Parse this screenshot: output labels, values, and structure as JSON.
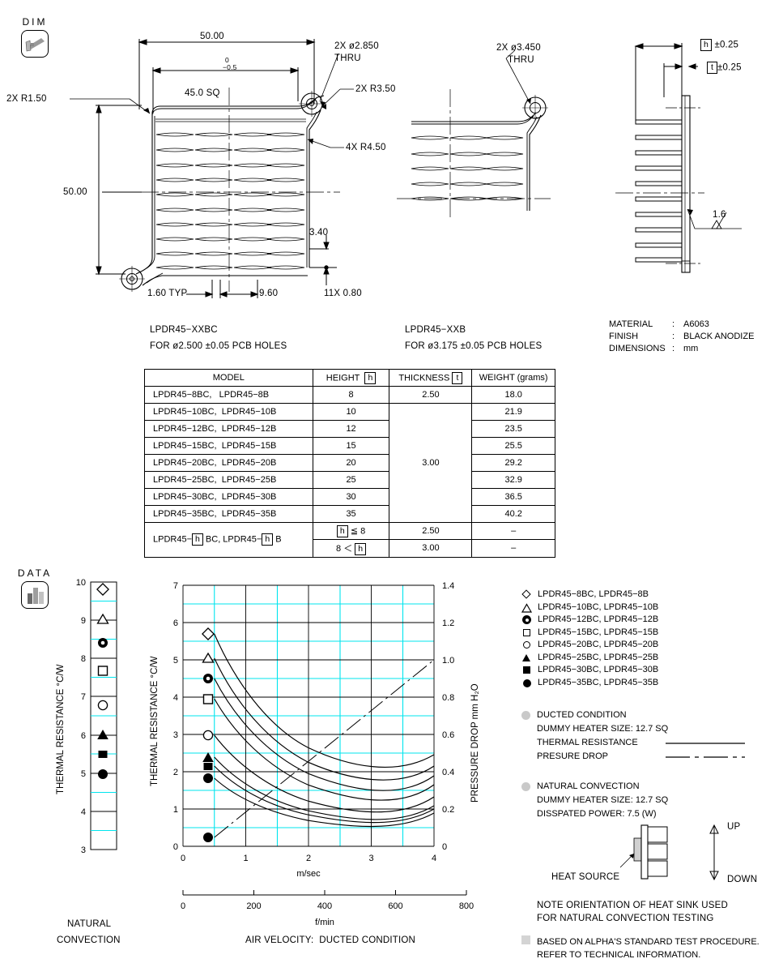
{
  "sections": {
    "dim": {
      "label": "DIM",
      "icon": "caliper-icon"
    },
    "data": {
      "label": "DATA",
      "icon": "bar-chart-icon"
    }
  },
  "drawing": {
    "dims": {
      "overall_width": "50.00",
      "square_nominal": "45.0 SQ",
      "tol_upper": "0",
      "tol_lower": "−0.5",
      "overall_height": "50.00",
      "hole_c": "2X ø2.850",
      "hole_c_thru": "THRU",
      "hole_b": "2X ø3.450",
      "hole_b_thru": "THRU",
      "r350": "2X R3.50",
      "r450": "4X R4.50",
      "r150": "2X R1.50",
      "fin_thk": "1.60 TYP",
      "fin_pitch": "9.60",
      "base_edge": "3.40",
      "fin_count": "11X 0.80",
      "h_tol": "±0.25",
      "t_tol": "±0.25",
      "h_var": "h",
      "t_var": "t",
      "surface_finish": "1.6"
    },
    "view_labels": {
      "left_model": "LPDR45−XXBC",
      "left_note": "FOR ø2.500 ±0.05 PCB HOLES",
      "mid_model": "LPDR45−XXB",
      "mid_note": "FOR ø3.175 ±0.05 PCB HOLES"
    },
    "material": [
      {
        "key": "MATERIAL",
        "sep": ":",
        "value": "A6063"
      },
      {
        "key": "FINISH",
        "sep": ":",
        "value": "BLACK ANODIZE"
      },
      {
        "key": "DIMENSIONS",
        "sep": ":",
        "value": "mm"
      }
    ]
  },
  "spec_table": {
    "headers": {
      "model": "MODEL",
      "height": "HEIGHT",
      "height_var": "h",
      "thickness": "THICKNESS",
      "thickness_var": "t",
      "weight": "WEIGHT  (grams)"
    },
    "rows": [
      {
        "model_bc": "LPDR45−8BC,",
        "model_b": "LPDR45−8B",
        "height": "8",
        "thickness": "2.50",
        "weight": "18.0"
      },
      {
        "model_bc": "LPDR45−10BC,",
        "model_b": "LPDR45−10B",
        "height": "10",
        "thickness": "",
        "weight": "21.9"
      },
      {
        "model_bc": "LPDR45−12BC,",
        "model_b": "LPDR45−12B",
        "height": "12",
        "thickness": "",
        "weight": "23.5"
      },
      {
        "model_bc": "LPDR45−15BC,",
        "model_b": "LPDR45−15B",
        "height": "15",
        "thickness": "",
        "weight": "25.5"
      },
      {
        "model_bc": "LPDR45−20BC,",
        "model_b": "LPDR45−20B",
        "height": "20",
        "thickness": "3.00",
        "weight": "29.2"
      },
      {
        "model_bc": "LPDR45−25BC,",
        "model_b": "LPDR45−25B",
        "height": "25",
        "thickness": "",
        "weight": "32.9"
      },
      {
        "model_bc": "LPDR45−30BC,",
        "model_b": "LPDR45−30B",
        "height": "30",
        "thickness": "",
        "weight": "36.5"
      },
      {
        "model_bc": "LPDR45−35BC,",
        "model_b": "LPDR45−35B",
        "height": "35",
        "thickness": "",
        "weight": "40.2"
      }
    ],
    "variable_rows": {
      "model_pre_bc": "LPDR45−",
      "model_var": "h",
      "model_mid_bc": " BC,  LPDR45−",
      "model_post_b": " B",
      "cond1_pre": "",
      "cond1_var": "h",
      "cond1_post": " ≦ 8",
      "cond1_thickness": "2.50",
      "cond1_weight": "–",
      "cond2_pre": "8 ＜ ",
      "cond2_var": "h",
      "cond2_post": "",
      "cond2_thickness": "3.00",
      "cond2_weight": "–"
    }
  },
  "chart_data": {
    "type": "line",
    "title": "",
    "xlabel": "m/sec",
    "xlabel2": "f/min",
    "ylabel": "THERMAL  RESISTANCE  °C/W",
    "ylabel_right": "PRESSURE  DROP    mm H₂O",
    "xlim": [
      0,
      4
    ],
    "ylim": [
      0,
      7
    ],
    "ylim_right": [
      0,
      1.4
    ],
    "xticks": [
      0,
      1,
      2,
      3,
      4
    ],
    "xticks2": [
      0,
      200,
      400,
      600,
      800
    ],
    "yticks": [
      0,
      1,
      2,
      3,
      4,
      5,
      6,
      7
    ],
    "yticks_right": [
      0,
      0.2,
      0.4,
      0.6,
      0.8,
      1.0,
      1.2,
      1.4
    ],
    "grid": true,
    "grid_color": "#00e5ee",
    "nat_conv": {
      "label_line1": "NATURAL",
      "label_line2": "CONVECTION",
      "ylabel": "THERMAL  RESISTANCE  °C/W",
      "ylim": [
        3,
        10
      ],
      "yticks": [
        3,
        4,
        5,
        6,
        7,
        8,
        9,
        10
      ],
      "values": [
        9.8,
        9.0,
        8.4,
        7.7,
        6.75,
        6.0,
        5.5,
        5.05
      ]
    },
    "axis_caption": "AIR VELOCITY:  DUCTED CONDITION",
    "marker_x": 0.4,
    "marker_values": [
      5.7,
      5.05,
      4.5,
      3.95,
      3.0,
      2.35,
      2.15,
      1.8
    ],
    "pressure_marker": 0.25,
    "series": [
      {
        "name": "LPDR45−8BC,  LPDR45−8B",
        "symbol": "diamond-open",
        "start": 5.7,
        "end": 2.45
      },
      {
        "name": "LPDR45−10BC, LPDR45−10B",
        "symbol": "triangle-open",
        "start": 5.05,
        "end": 2.15
      },
      {
        "name": "LPDR45−12BC, LPDR45−12B",
        "symbol": "circle-dot",
        "start": 4.5,
        "end": 1.9
      },
      {
        "name": "LPDR45−15BC, LPDR45−15B",
        "symbol": "square-open",
        "start": 3.95,
        "end": 1.65
      },
      {
        "name": "LPDR45−20BC, LPDR45−20B",
        "symbol": "circle-open",
        "start": 2.98,
        "end": 1.33
      },
      {
        "name": "LPDR45−25BC, LPDR45−25B",
        "symbol": "triangle-fill",
        "start": 2.38,
        "end": 1.1
      },
      {
        "name": "LPDR45−30BC, LPDR45−30B",
        "symbol": "square-fill",
        "start": 2.15,
        "end": 1.0
      },
      {
        "name": "LPDR45−35BC, LPDR45−35B",
        "symbol": "circle-fill",
        "start": 1.82,
        "end": 0.9
      }
    ],
    "pressure_series": {
      "name": "PRESURE DROP",
      "style": "dash-dot",
      "x0": 0.5,
      "y0": 0.05,
      "x1": 4.0,
      "y1": 1.0
    }
  },
  "notes": {
    "ducted": {
      "title": "DUCTED CONDITION",
      "heater": "DUMMY HEATER SIZE: 12.7 SQ",
      "thermal": "THERMAL RESISTANCE",
      "pressure": "PRESURE DROP"
    },
    "natural": {
      "title": "NATURAL CONVECTION",
      "heater": "DUMMY HEATER SIZE: 12.7 SQ",
      "power": "DISSPATED POWER: 7.5 (W)"
    },
    "orientation": {
      "heat_source": "HEAT SOURCE",
      "up": "UP",
      "down": "DOWN",
      "note1": "NOTE ORIENTATION OF HEAT SINK USED",
      "note2": "FOR NATURAL CONVECTION TESTING"
    },
    "footer1": "BASED ON ALPHA'S STANDARD TEST PROCEDURE.",
    "footer2": "REFER TO TECHNICAL INFORMATION."
  }
}
